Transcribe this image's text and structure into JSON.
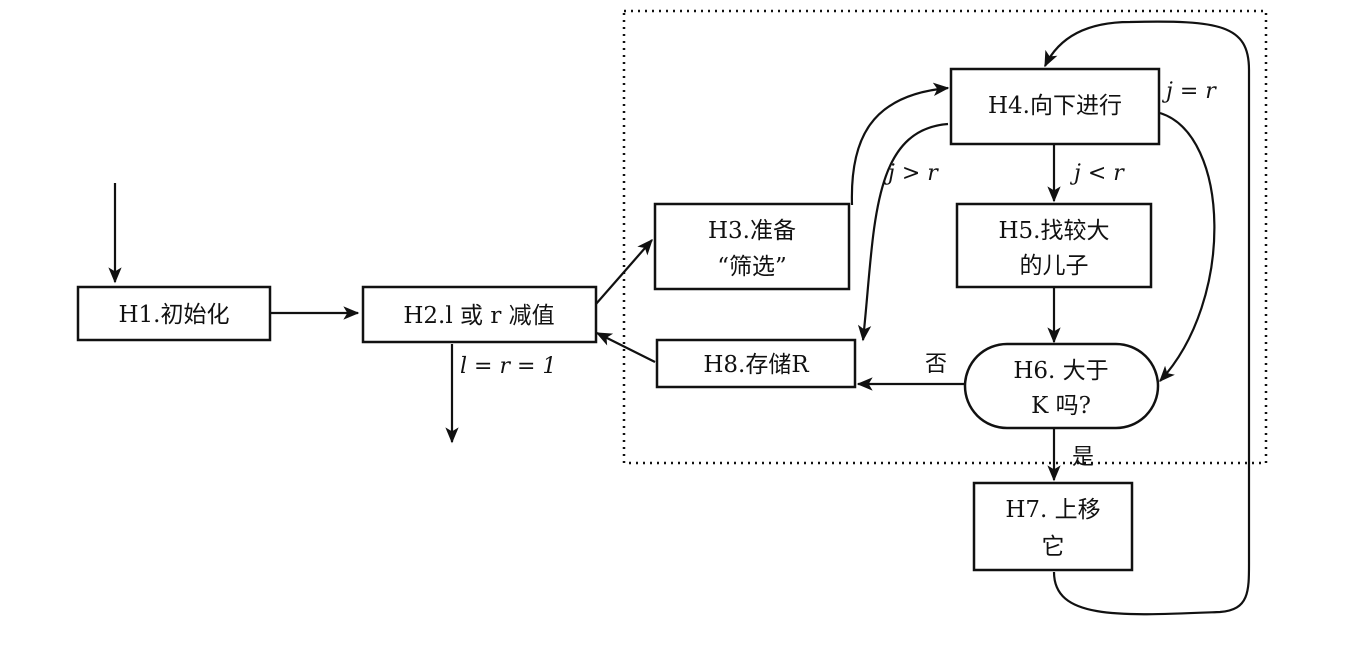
{
  "nodes": {
    "h1": {
      "lines": [
        "H1.初始化"
      ]
    },
    "h2": {
      "lines": [
        "H2.l 或 r 减值"
      ]
    },
    "h3": {
      "lines": [
        "H3.准备",
        "“筛选”"
      ]
    },
    "h4": {
      "lines": [
        "H4.向下进行"
      ]
    },
    "h5": {
      "lines": [
        "H5.找较大",
        "的儿子"
      ]
    },
    "h6": {
      "lines": [
        "H6. 大于",
        "K 吗?"
      ]
    },
    "h7": {
      "lines": [
        "H7. 上移",
        "它"
      ]
    },
    "h8": {
      "lines": [
        "H8.存储R"
      ]
    }
  },
  "edge_labels": {
    "h2_exit": "l = r = 1",
    "j_gt_r": "j > r",
    "j_lt_r": "j < r",
    "j_eq_r": "j = r",
    "no": "否",
    "yes": "是"
  },
  "colors": {
    "ink": "#111111",
    "background": "#ffffff"
  }
}
